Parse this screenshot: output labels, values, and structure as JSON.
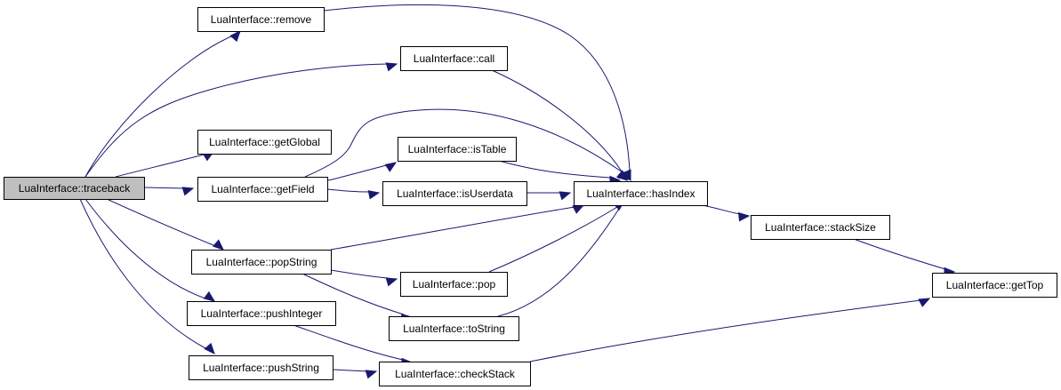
{
  "graph": {
    "edge_color": "#191970",
    "root_fill": "#bfbfbf",
    "nodes": [
      {
        "id": "traceback",
        "label": "LuaInterface::traceback"
      },
      {
        "id": "remove",
        "label": "LuaInterface::remove"
      },
      {
        "id": "call",
        "label": "LuaInterface::call"
      },
      {
        "id": "getGlobal",
        "label": "LuaInterface::getGlobal"
      },
      {
        "id": "getField",
        "label": "LuaInterface::getField"
      },
      {
        "id": "isTable",
        "label": "LuaInterface::isTable"
      },
      {
        "id": "isUserdata",
        "label": "LuaInterface::isUserdata"
      },
      {
        "id": "hasIndex",
        "label": "LuaInterface::hasIndex"
      },
      {
        "id": "stackSize",
        "label": "LuaInterface::stackSize"
      },
      {
        "id": "getTop",
        "label": "LuaInterface::getTop"
      },
      {
        "id": "popString",
        "label": "LuaInterface::popString"
      },
      {
        "id": "pop",
        "label": "LuaInterface::pop"
      },
      {
        "id": "pushInteger",
        "label": "LuaInterface::pushInteger"
      },
      {
        "id": "toString",
        "label": "LuaInterface::toString"
      },
      {
        "id": "pushString",
        "label": "LuaInterface::pushString"
      },
      {
        "id": "checkStack",
        "label": "LuaInterface::checkStack"
      }
    ],
    "edges": [
      {
        "from": "traceback",
        "to": "remove"
      },
      {
        "from": "traceback",
        "to": "call"
      },
      {
        "from": "traceback",
        "to": "getGlobal"
      },
      {
        "from": "traceback",
        "to": "getField"
      },
      {
        "from": "traceback",
        "to": "popString"
      },
      {
        "from": "traceback",
        "to": "pushInteger"
      },
      {
        "from": "traceback",
        "to": "pushString"
      },
      {
        "from": "remove",
        "to": "hasIndex"
      },
      {
        "from": "call",
        "to": "hasIndex"
      },
      {
        "from": "getField",
        "to": "hasIndex"
      },
      {
        "from": "getField",
        "to": "isTable"
      },
      {
        "from": "getField",
        "to": "isUserdata"
      },
      {
        "from": "isTable",
        "to": "hasIndex"
      },
      {
        "from": "isUserdata",
        "to": "hasIndex"
      },
      {
        "from": "popString",
        "to": "hasIndex"
      },
      {
        "from": "popString",
        "to": "pop"
      },
      {
        "from": "popString",
        "to": "toString"
      },
      {
        "from": "pop",
        "to": "hasIndex"
      },
      {
        "from": "toString",
        "to": "hasIndex"
      },
      {
        "from": "hasIndex",
        "to": "stackSize"
      },
      {
        "from": "stackSize",
        "to": "getTop"
      },
      {
        "from": "pushInteger",
        "to": "checkStack"
      },
      {
        "from": "pushString",
        "to": "checkStack"
      },
      {
        "from": "checkStack",
        "to": "getTop"
      }
    ]
  }
}
